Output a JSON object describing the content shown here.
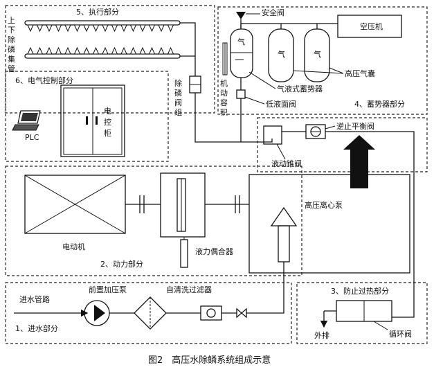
{
  "sections": {
    "actuator": "5、执行部分",
    "electrical": "6、电气控制部分",
    "accumulator": "4、蓄势器部分",
    "power": "2、动力部分",
    "water_inlet": "1、进水部分",
    "overheat": "3、防止过热部分"
  },
  "labels": {
    "header_pipe": [
      "上",
      "下",
      "除",
      "磷",
      "集",
      "管"
    ],
    "descaling_valve": [
      "除",
      "磷",
      "阀",
      "组"
    ],
    "safety_valve": "安全阀",
    "air_compressor": "空压机",
    "gas": "气",
    "machine_container": [
      "机",
      "动",
      "容",
      "积"
    ],
    "hp_airbag": "高压气囊",
    "gas_liquid_accumulator": "气液式蓄势器",
    "low_level_valve": "低液面阀",
    "control_cabinet": [
      "电",
      "控",
      "柜"
    ],
    "plc": "PLC",
    "check_balance_valve": "逆止平衡阀",
    "hydraulic_cone_valve": "液动锥阀",
    "hp_pump": "高压离心泵",
    "motor": "电动机",
    "fluid_coupling": "液力偶合器",
    "inlet_pipe": "进水管路",
    "booster_pump": "前置加压泵",
    "self_clean_filter": "自清洗过滤器",
    "drain": "外排",
    "circulation_valve": "循环阀"
  },
  "caption": "图2　高压水除鳞系统组成示意"
}
